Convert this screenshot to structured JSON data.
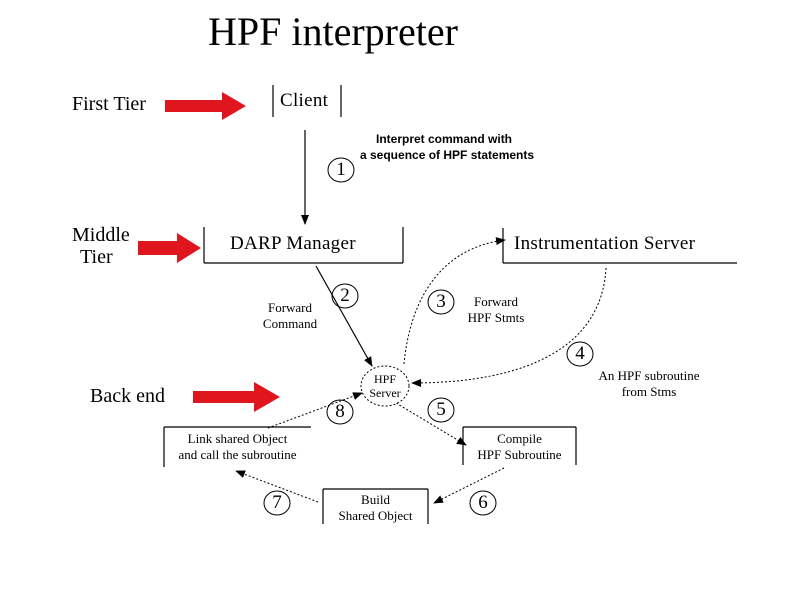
{
  "title": "HPF interpreter",
  "tiers": {
    "first": "First Tier",
    "middle_line1": "Middle",
    "middle_line2": "Tier",
    "back": "Back end"
  },
  "boxes": {
    "client": "Client",
    "darp_manager": "DARP Manager",
    "instrumentation_server": "Instrumentation Server",
    "hpf_server_line1": "HPF",
    "hpf_server_line2": "Server",
    "compile_line1": "Compile",
    "compile_line2": "HPF Subroutine",
    "build_line1": "Build",
    "build_line2": "Shared Object",
    "link_line1": "Link shared Object",
    "link_line2": "and call the subroutine"
  },
  "annotations": {
    "interpret_line1": "Interpret command with",
    "interpret_line2": "a sequence of HPF statements",
    "forward_cmd_line1": "Forward",
    "forward_cmd_line2": "Command",
    "forward_stmts_line1": "Forward",
    "forward_stmts_line2": "HPF Stmts",
    "subroutine_line1": "An HPF subroutine",
    "subroutine_line2": "from Stms"
  },
  "steps": [
    "1",
    "2",
    "3",
    "4",
    "5",
    "6",
    "7",
    "8"
  ],
  "colors": {
    "arrow_red": "#e0161e",
    "line": "#000000"
  }
}
